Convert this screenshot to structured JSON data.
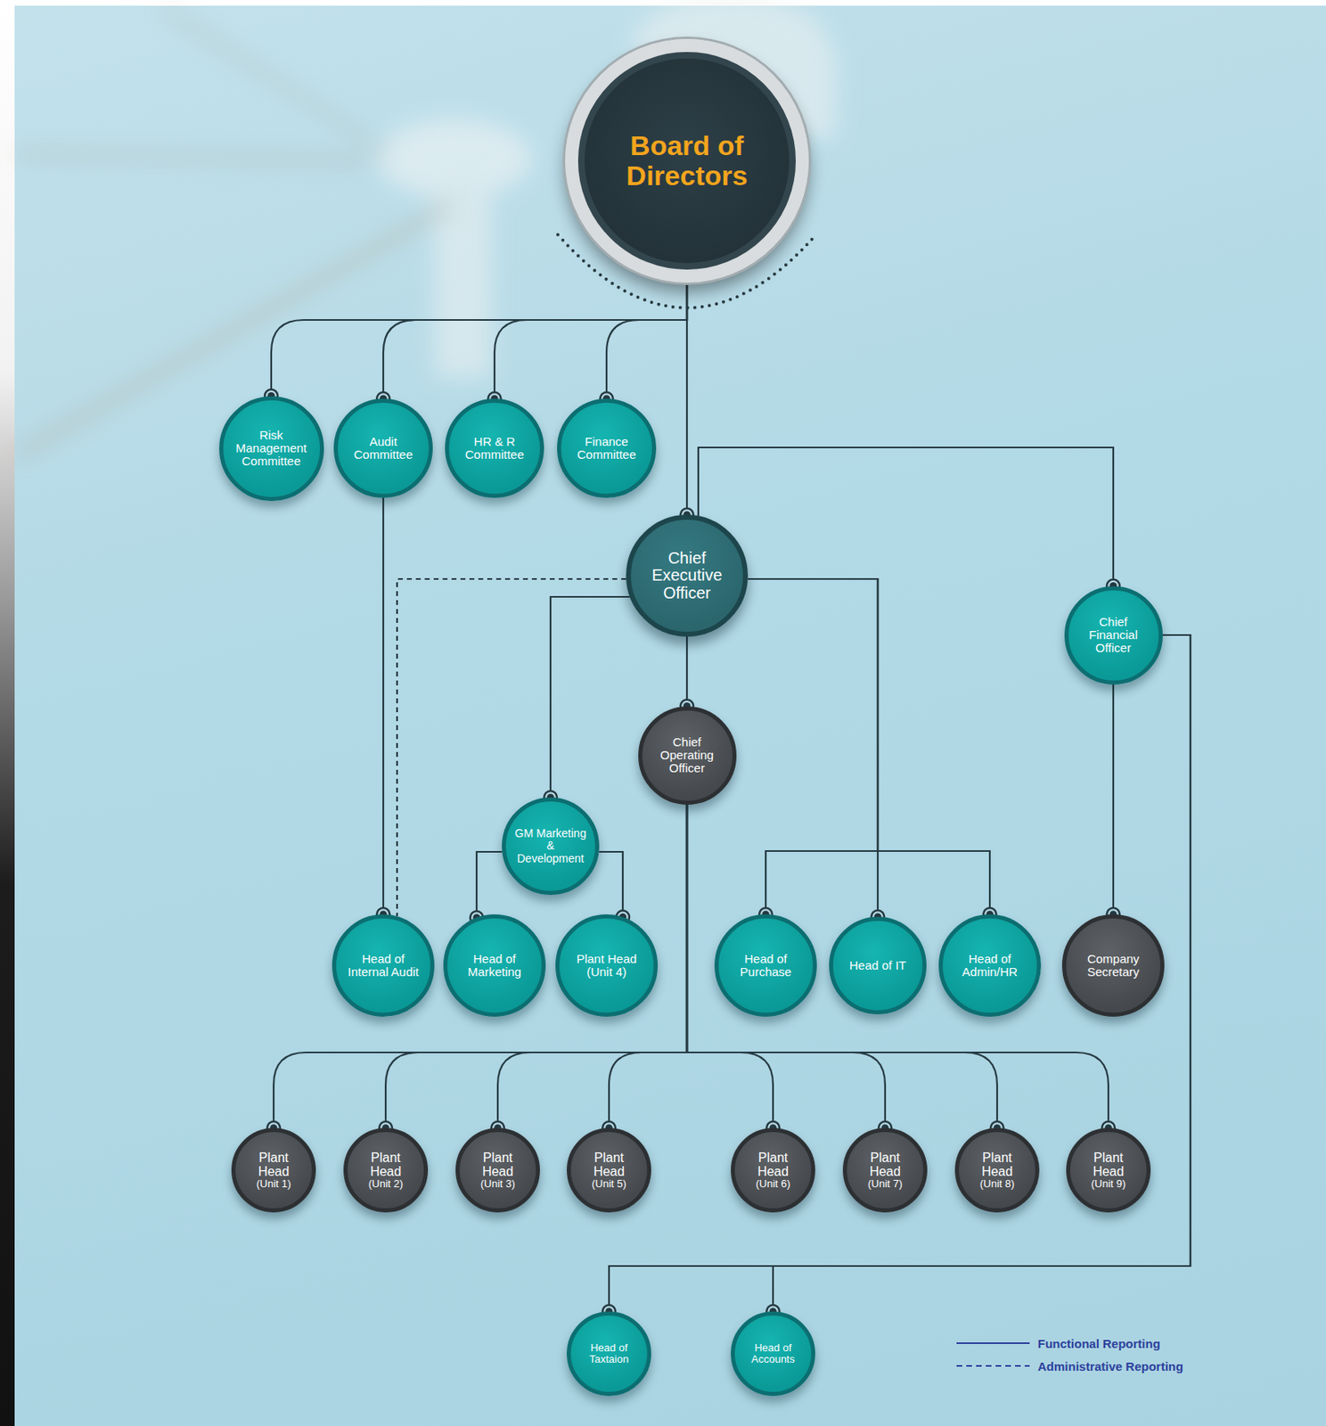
{
  "diagram": {
    "nodes": [
      {
        "text": [
          "Board of Directors"
        ]
      },
      {
        "text": [
          "Risk Management Committee"
        ]
      },
      {
        "text": [
          "Audit Committee"
        ]
      },
      {
        "text": [
          "HR & R Committee"
        ]
      },
      {
        "text": [
          "Finance Committee"
        ]
      },
      {
        "text": [
          "Chief Executive Officer"
        ]
      },
      {
        "text": [
          "Chief Financial Officer"
        ]
      },
      {
        "text": [
          "Chief Operating Officer"
        ]
      },
      {
        "text": [
          "GM Marketing & Development"
        ]
      },
      {
        "text": [
          "Head of Internal Audit"
        ]
      },
      {
        "text": [
          "Head of Marketing"
        ]
      },
      {
        "text": [
          "Plant Head (Unit 4)"
        ]
      },
      {
        "text": [
          "Head of Purchase"
        ]
      },
      {
        "text": [
          "Head of IT"
        ]
      },
      {
        "text": [
          "Head of Admin/HR"
        ]
      },
      {
        "text": [
          "Company Secretary"
        ]
      },
      {
        "text": [
          "Plant Head",
          "(Unit 1)"
        ]
      },
      {
        "text": [
          "Plant Head",
          "(Unit 2)"
        ]
      },
      {
        "text": [
          "Plant Head",
          "(Unit 3)"
        ]
      },
      {
        "text": [
          "Plant Head",
          "(Unit 5)"
        ]
      },
      {
        "text": [
          "Plant Head",
          "(Unit 6)"
        ]
      },
      {
        "text": [
          "Plant Head",
          "(Unit 7)"
        ]
      },
      {
        "text": [
          "Plant Head",
          "(Unit 8)"
        ]
      },
      {
        "text": [
          "Plant Head",
          "(Unit 9)"
        ]
      },
      {
        "text": [
          "Head of Taxtaion"
        ]
      },
      {
        "text": [
          "Head of Accounts"
        ]
      }
    ],
    "edges": [
      {
        "from": 0,
        "to": 1,
        "arrow": "to"
      },
      {
        "from": 0,
        "to": 2,
        "arrow": "to"
      },
      {
        "from": 0,
        "to": 3,
        "arrow": "to"
      },
      {
        "from": 0,
        "to": 4,
        "arrow": "to"
      },
      {
        "from": 0,
        "to": 5,
        "arrow": "to"
      },
      {
        "from": 5,
        "to": 6,
        "arrow": "to"
      },
      {
        "from": 2,
        "to": 9,
        "arrow": "to"
      },
      {
        "from": 5,
        "to": 9,
        "arrow": "none"
      },
      {
        "from": 5,
        "to": 8,
        "arrow": "to"
      },
      {
        "from": 5,
        "to": 7,
        "arrow": "to"
      },
      {
        "from": 5,
        "to": 12,
        "arrow": "to"
      },
      {
        "from": 5,
        "to": 13,
        "arrow": "to"
      },
      {
        "from": 5,
        "to": 14,
        "arrow": "to"
      },
      {
        "from": 8,
        "to": 10,
        "arrow": "to"
      },
      {
        "from": 8,
        "to": 11,
        "arrow": "to"
      },
      {
        "from": 6,
        "to": 15,
        "arrow": "to"
      },
      {
        "from": 7,
        "to": 16,
        "arrow": "to"
      },
      {
        "from": 7,
        "to": 17,
        "arrow": "to"
      },
      {
        "from": 7,
        "to": 18,
        "arrow": "to"
      },
      {
        "from": 7,
        "to": 19,
        "arrow": "to"
      },
      {
        "from": 7,
        "to": 20,
        "arrow": "to"
      },
      {
        "from": 7,
        "to": 21,
        "arrow": "to"
      },
      {
        "from": 7,
        "to": 22,
        "arrow": "to"
      },
      {
        "from": 7,
        "to": 23,
        "arrow": "to"
      },
      {
        "from": 6,
        "to": 24,
        "arrow": "to"
      },
      {
        "from": 6,
        "to": 25,
        "arrow": "to"
      }
    ],
    "legend": [
      {
        "text": "Functional Reporting"
      },
      {
        "text": "Administrative Reporting"
      }
    ]
  }
}
